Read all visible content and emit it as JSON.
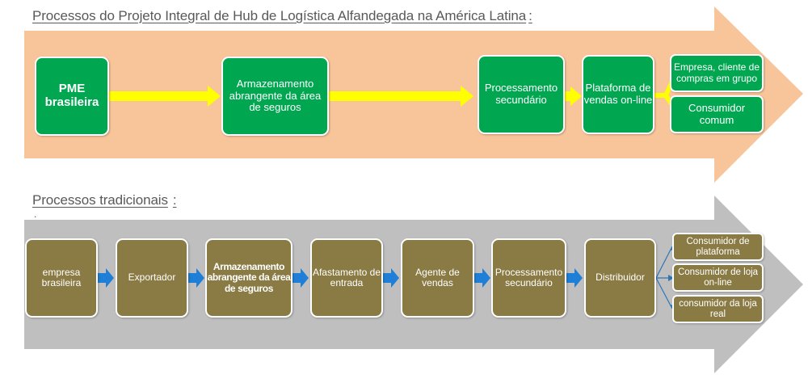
{
  "top_section": {
    "title": "Processos do Projeto Integral de Hub de Logística Alfandegada na América Latina",
    "title_suffix": ":",
    "steps": {
      "pme": "PME brasileira",
      "armazenamento": "Armazenamento abrangente da área de seguros",
      "processamento": "Processamento secundário",
      "plataforma": "Plataforma de vendas on-line"
    },
    "destinations": {
      "empresa": "Empresa, cliente de compras em grupo",
      "consumidor": "Consumidor comum"
    },
    "colors": {
      "band": "#f8c59b",
      "box": "#00a650",
      "arrow": "#ffff00"
    }
  },
  "bottom_section": {
    "title": "Processos tradicionais",
    "title_suffix": ":",
    "dot": ".",
    "steps": {
      "empresa": "empresa brasileira",
      "exportador": "Exportador",
      "armazenamento": "Armazenamento abrangente da área de seguros",
      "afastamento": "Afastamento de entrada",
      "agente": "Agente de vendas",
      "processamento": "Processamento secundário",
      "distribuidor": "Distribuidor"
    },
    "destinations": {
      "plataforma": "Consumidor de plataforma",
      "online": "Consumidor de loja on-line",
      "real": "consumidor da loja real"
    },
    "colors": {
      "band": "#bfbfbf",
      "box": "#8a7a43",
      "arrow": "#1f7fd6"
    }
  }
}
